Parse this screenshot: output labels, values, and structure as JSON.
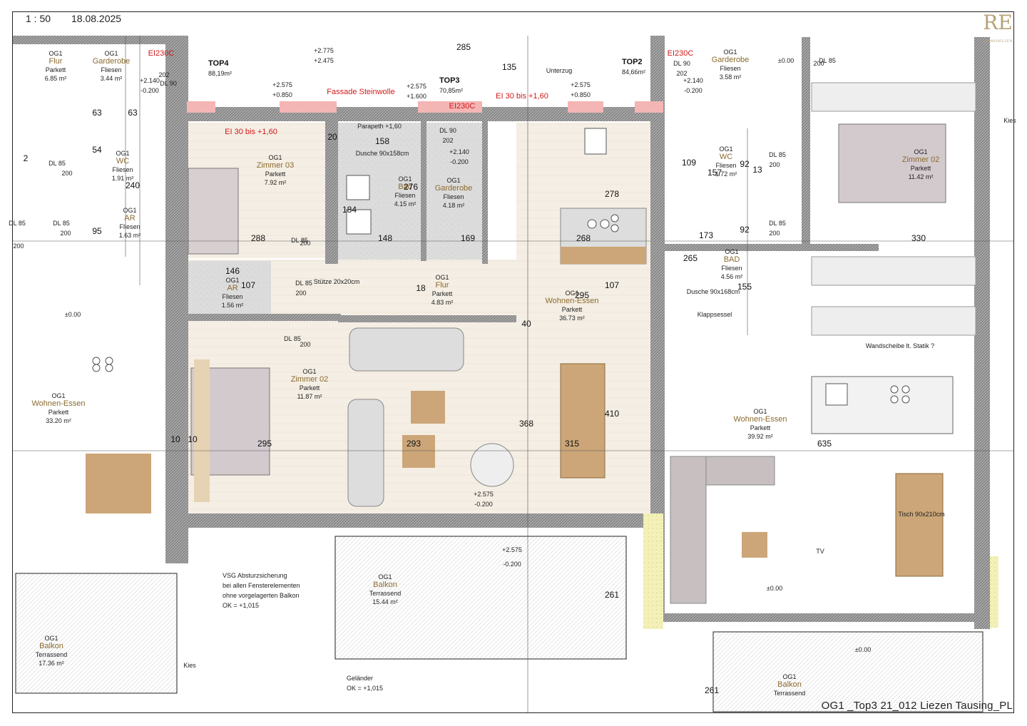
{
  "header": {
    "scale": "1 : 50",
    "date": "18.08.2025"
  },
  "logo": {
    "mark": "RE",
    "sub": "IMMOBILIEN"
  },
  "footer": {
    "text": "OG1 _Top3   21_012 Liezen Tausing_PL"
  },
  "units": [
    {
      "name": "TOP4",
      "area": "88,19m²"
    },
    {
      "name": "TOP3",
      "area": "70,85m²"
    },
    {
      "name": "TOP2",
      "area": "84,66m²"
    }
  ],
  "rooms": [
    {
      "id": "r-flur-l",
      "level": "OG1",
      "name": "Flur",
      "floor": "Parkett",
      "area": "6.85 m²"
    },
    {
      "id": "r-garderobe-l",
      "level": "OG1",
      "name": "Garderobe",
      "floor": "Fliesen",
      "area": "3.44 m²"
    },
    {
      "id": "r-wc-l",
      "level": "OG1",
      "name": "WC",
      "floor": "Fliesen",
      "area": "1.91 m²"
    },
    {
      "id": "r-ar-l",
      "level": "OG1",
      "name": "AR",
      "floor": "Fliesen",
      "area": "1.63 m²"
    },
    {
      "id": "r-wohnen-l",
      "level": "OG1",
      "name": "Wohnen-Essen",
      "floor": "Parkett",
      "area": "33.20 m²"
    },
    {
      "id": "r-balkon-l",
      "level": "OG1",
      "name": "Balkon",
      "floor": "Terrassend",
      "area": "17.36 m²"
    },
    {
      "id": "r-zimmer03",
      "level": "OG1",
      "name": "Zimmer 03",
      "floor": "Parkett",
      "area": "7.92 m²"
    },
    {
      "id": "r-bad3",
      "level": "OG1",
      "name": "Bad",
      "floor": "Fliesen",
      "area": "4.15 m²"
    },
    {
      "id": "r-garderobe3",
      "level": "OG1",
      "name": "Garderobe",
      "floor": "Fliesen",
      "area": "4.18 m²"
    },
    {
      "id": "r-ar3",
      "level": "OG1",
      "name": "AR",
      "floor": "Fliesen",
      "area": "1.56 m²"
    },
    {
      "id": "r-flur3",
      "level": "OG1",
      "name": "Flur",
      "floor": "Parkett",
      "area": "4.83 m²"
    },
    {
      "id": "r-wohnen3",
      "level": "OG1",
      "name": "Wohnen-Essen",
      "floor": "Parkett",
      "area": "36.73 m²"
    },
    {
      "id": "r-zimmer02-3",
      "level": "OG1",
      "name": "Zimmer 02",
      "floor": "Parkett",
      "area": "11.87 m²"
    },
    {
      "id": "r-balkon3",
      "level": "OG1",
      "name": "Balkon",
      "floor": "Terrassend",
      "area": "15.44 m²"
    },
    {
      "id": "r-garderobe-r",
      "level": "OG1",
      "name": "Garderobe",
      "floor": "Fliesen",
      "area": "3.58 m²"
    },
    {
      "id": "r-wc-r",
      "level": "OG1",
      "name": "WC",
      "floor": "Fliesen",
      "area": "1.72 m²"
    },
    {
      "id": "r-bad-r",
      "level": "OG1",
      "name": "BAD",
      "floor": "Fliesen",
      "area": "4.56 m²"
    },
    {
      "id": "r-zimmer02-r",
      "level": "OG1",
      "name": "Zimmer 02",
      "floor": "Parkett",
      "area": "11.42 m²"
    },
    {
      "id": "r-wohnen-r",
      "level": "OG1",
      "name": "Wohnen-Essen",
      "floor": "Parkett",
      "area": "39.92 m²"
    },
    {
      "id": "r-balkon-r",
      "level": "OG1",
      "name": "Balkon",
      "floor": "Terrassend",
      "area": ""
    }
  ],
  "fire_labels": [
    "EI230C",
    "EI230C",
    "EI230C",
    "EI 30 bis +1,60",
    "EI 30 bis +1,60"
  ],
  "annotations": {
    "fassade": "Fassade Steinwolle",
    "parapeth": "Parapeth +1,60",
    "dusche1": "Dusche 90x158cm",
    "dusche2": "Dusche 90x168cm",
    "stuetze": "Stütze 20x20cm",
    "unterzug": "Unterzug",
    "wandscheibe": "Wandscheibe lt. Statik ?",
    "klappsessel": "Klappsessel",
    "tisch": "Tisch 90x210cm",
    "tv": "TV",
    "kies1": "Kies",
    "kies2": "Kies",
    "vsg": [
      "VSG Absturzsicherung",
      "bei allen Fensterelementen",
      "ohne vorgelagerten Balkon",
      "OK = +1,015"
    ],
    "gelaender": [
      "Geländer",
      "OK = +1,015"
    ]
  },
  "levels": [
    "±0.00",
    "±0.00",
    "±0.00",
    "±0.00",
    "+2.575",
    "-0.200",
    "+2.575",
    "-0.200",
    "+2.140",
    "-0.200",
    "+2.575",
    "+0.850",
    "+2.575",
    "+1.600",
    "+2.575",
    "+0.850",
    "+2.140",
    "-0.200",
    "+2.140",
    "-0.200",
    "+2.775",
    "+2.475"
  ],
  "doors": [
    "DL 90",
    "202",
    "DL 90",
    "202",
    "DL 85",
    "200",
    "DL 85",
    "200",
    "DL 85",
    "200",
    "DL 85",
    "200",
    "DL 85",
    "200",
    "DL 85",
    "200",
    "DL 85",
    "200",
    "DL 85",
    "200",
    "DL 85",
    "200",
    "DL 90",
    "202"
  ],
  "dims": [
    "295",
    "293",
    "315",
    "368",
    "410",
    "278",
    "276",
    "184",
    "158",
    "288",
    "148",
    "169",
    "268",
    "146",
    "107",
    "107",
    "295",
    "635",
    "330",
    "157",
    "173",
    "265",
    "155",
    "109",
    "92",
    "92",
    "95",
    "54",
    "63",
    "63",
    "240",
    "135",
    "285",
    "261",
    "261",
    "20",
    "13",
    "10",
    "40",
    "18",
    "10",
    "2"
  ]
}
